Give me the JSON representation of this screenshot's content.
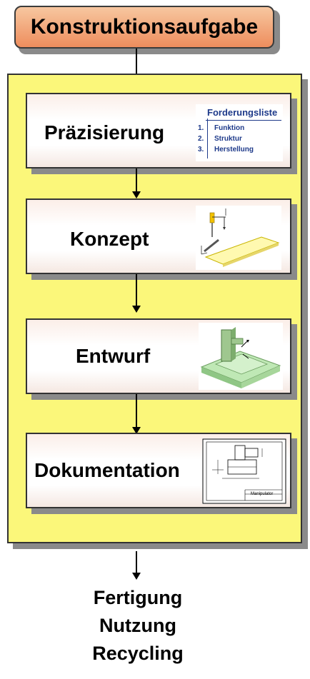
{
  "title": "Konstruktionsaufgabe",
  "steps": [
    {
      "label": "Präzisierung"
    },
    {
      "label": "Konzept"
    },
    {
      "label": "Entwurf"
    },
    {
      "label": "Dokumentation"
    }
  ],
  "forderungsliste": {
    "title": "Forderungsliste",
    "items": [
      {
        "num": "1.",
        "text": "Funktion"
      },
      {
        "num": "2.",
        "text": "Struktur"
      },
      {
        "num": "3.",
        "text": "Herstellung"
      }
    ]
  },
  "drawing_label": "Manipulator",
  "outcomes": [
    "Fertigung",
    "Nutzung",
    "Recycling"
  ],
  "colors": {
    "title_fill_top": "#f7c7a0",
    "title_fill_bottom": "#ee8d5d",
    "frame_fill": "#fbf77a",
    "shadow": "#8a8a8a",
    "text_blue": "#1e3a8a"
  }
}
